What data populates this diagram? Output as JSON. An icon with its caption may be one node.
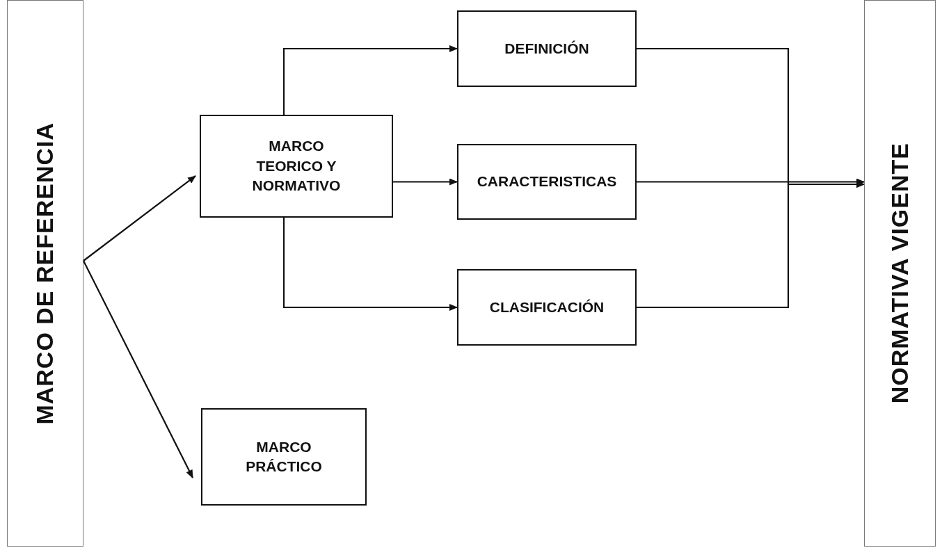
{
  "diagram": {
    "nodes": [
      {
        "text": [
          "MARCO DE REFERENCIA"
        ]
      },
      {
        "text": [
          "MARCO TEORICO Y NORMATIVO"
        ]
      },
      {
        "text": [
          "MARCO PRÁCTICO"
        ]
      },
      {
        "text": [
          "DEFINICIÓN"
        ]
      },
      {
        "text": [
          "CARACTERISTICAS"
        ]
      },
      {
        "text": [
          "CLASIFICACIÓN"
        ]
      },
      {
        "text": [
          "NORMATIVA VIGENTE"
        ]
      }
    ],
    "edges": [
      {
        "from": 0,
        "to": 1,
        "arrow": "to"
      },
      {
        "from": 0,
        "to": 2,
        "arrow": "to"
      },
      {
        "from": 1,
        "to": 3,
        "arrow": "to"
      },
      {
        "from": 1,
        "to": 4,
        "arrow": "to"
      },
      {
        "from": 1,
        "to": 5,
        "arrow": "to"
      },
      {
        "from": 3,
        "to": 6,
        "arrow": "to"
      },
      {
        "from": 4,
        "to": 6,
        "arrow": "to"
      },
      {
        "from": 5,
        "to": 6,
        "arrow": "to"
      }
    ]
  }
}
